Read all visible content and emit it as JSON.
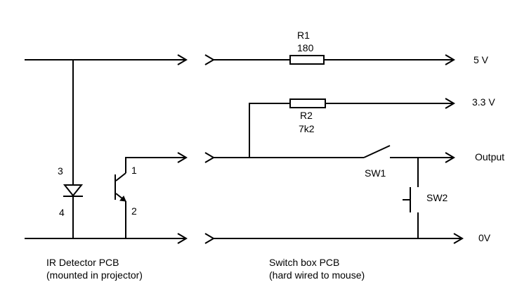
{
  "diagram": {
    "colors": {
      "ink": "#000000",
      "background": "#ffffff"
    },
    "components": {
      "r1": {
        "name": "R1",
        "value": "180"
      },
      "r2": {
        "name": "R2",
        "value": "7k2"
      },
      "sw1": {
        "name": "SW1"
      },
      "sw2": {
        "name": "SW2"
      }
    },
    "pins": {
      "diode_top": "3",
      "diode_bottom": "4",
      "transistor_collector": "1",
      "transistor_emitter": "2"
    },
    "rail_labels": {
      "five_volt": "5 V",
      "three_volt": "3.3 V",
      "output": "Output",
      "zero_volt": "0V"
    },
    "board_labels": {
      "ir_title": "IR Detector PCB",
      "ir_note": "(mounted in projector)",
      "switch_title": "Switch box PCB",
      "switch_note": "(hard wired to mouse)"
    }
  }
}
